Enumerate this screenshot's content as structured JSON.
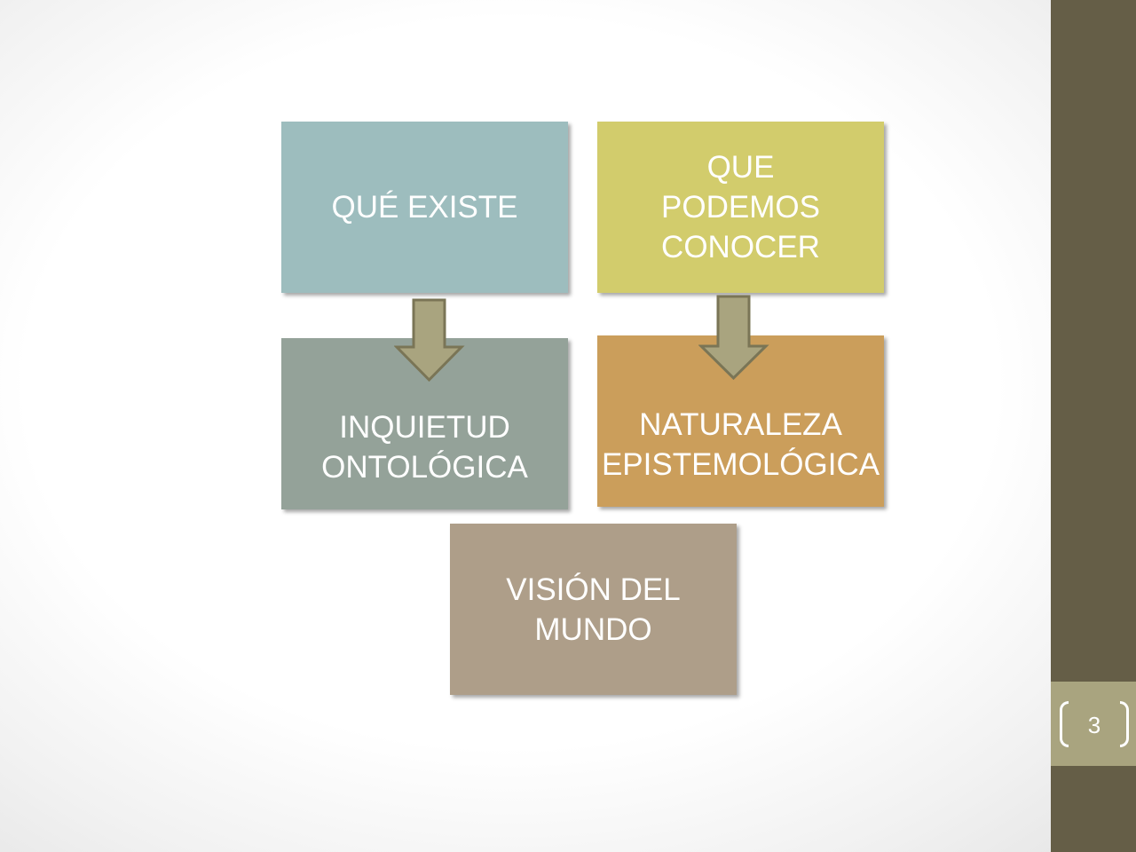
{
  "slide": {
    "page_number": "3",
    "colors": {
      "sidebar": "#655e47",
      "page_band": "#a9a47f",
      "arrow_fill": "#a9a47f",
      "arrow_stroke": "#7a7556"
    }
  },
  "diagram": {
    "boxes": {
      "que_existe": {
        "label": "QUÉ EXISTE",
        "color": "#9dbdbe"
      },
      "que_podemos_conocer": {
        "label": "QUE PODEMOS CONOCER",
        "color": "#d2cc6c"
      },
      "inquietud_ontologica": {
        "label": "INQUIETUD ONTOLÓGICA",
        "color": "#94a299"
      },
      "naturaleza_epistemologica": {
        "label": "NATURALEZA EPISTEMOLÓGICA",
        "color": "#cb9e5b"
      },
      "vision_del_mundo": {
        "label": "VISIÓN DEL MUNDO",
        "color": "#ae9e89"
      }
    },
    "arrows": [
      {
        "from": "que_existe",
        "to": "inquietud_ontologica",
        "icon": "down-arrow"
      },
      {
        "from": "que_podemos_conocer",
        "to": "naturaleza_epistemologica",
        "icon": "down-arrow"
      }
    ]
  }
}
